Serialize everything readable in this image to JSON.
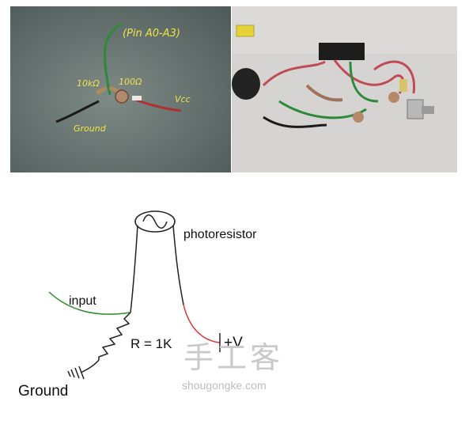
{
  "photo_left": {
    "labels": {
      "pin": "(Pin A0-A3)",
      "r10k": "10kΩ",
      "r100": "100Ω",
      "vcc": "Vcc",
      "ground": "Ground"
    }
  },
  "diagram": {
    "photoresistor_label": "photoresistor",
    "input_label": "input",
    "resistor_label": "R = 1K",
    "supply_label": "+V",
    "ground_label": "Ground"
  },
  "watermark": {
    "brand": "手工客",
    "url": "shougongke.com"
  },
  "colors": {
    "green_wire": "#2e8b2e",
    "red_wire": "#e0302a",
    "label_yellow": "#f2e24a"
  }
}
